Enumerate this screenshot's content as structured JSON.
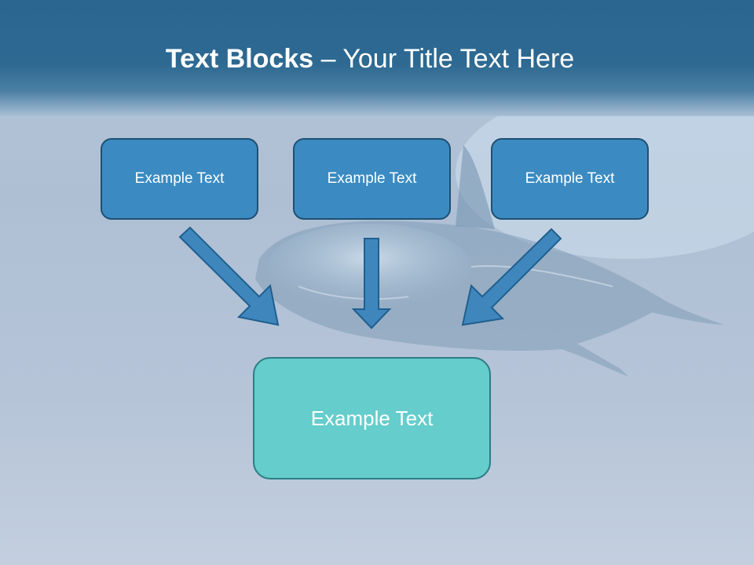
{
  "slide": {
    "title_bold": "Text Blocks",
    "title_rest": " – Your Title Text Here"
  },
  "boxes": {
    "top_left": "Example Text",
    "top_center": "Example Text",
    "top_right": "Example Text",
    "bottom": "Example Text"
  },
  "colors": {
    "header": "#2d6991",
    "box_fill": "#3b8bc2",
    "box_border": "#1f4f72",
    "big_box_fill": "#65cdcb",
    "arrow_fill": "#3f86bd"
  }
}
